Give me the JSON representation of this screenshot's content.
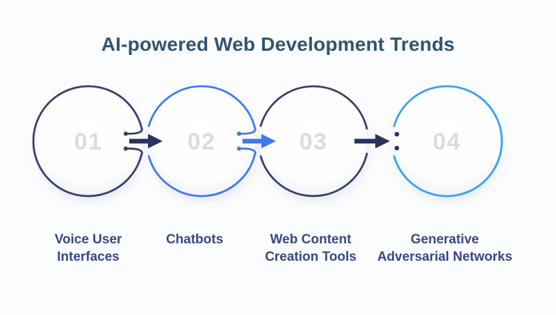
{
  "title": {
    "text": "AI-powered Web Development Trends"
  },
  "colors": {
    "background": "#fbfcfe",
    "title_color": "#2e5570",
    "label_color": "#3a4685",
    "number_gray": "#d9dce4",
    "navy": "#373d68",
    "navy_arrow": "#2b3160",
    "blue": "#3e79f2",
    "light_blue": "#38a0f0"
  },
  "steps": [
    {
      "number": "01",
      "lines": [
        "Voice User",
        "Interfaces"
      ],
      "label": "Voice User Interfaces",
      "circle_color": "#373d68"
    },
    {
      "number": "02",
      "lines": [
        "Chatbots"
      ],
      "label": "Chatbots",
      "circle_color": "#3e79f2"
    },
    {
      "number": "03",
      "lines": [
        "Web Content",
        "Creation Tools"
      ],
      "label": "Web Content Creation Tools",
      "circle_color": "#373d68"
    },
    {
      "number": "04",
      "lines": [
        "Generative",
        "Adversarial Networks"
      ],
      "label": "Generative Adversarial Networks",
      "circle_color": "#38a0f0"
    }
  ],
  "connectors": [
    {
      "type": "circuit-arrow",
      "color": "#2b3160"
    },
    {
      "type": "circuit-arrow",
      "color": "#3e79f2"
    },
    {
      "type": "arrow-with-dots",
      "color": "#2b3160"
    }
  ]
}
